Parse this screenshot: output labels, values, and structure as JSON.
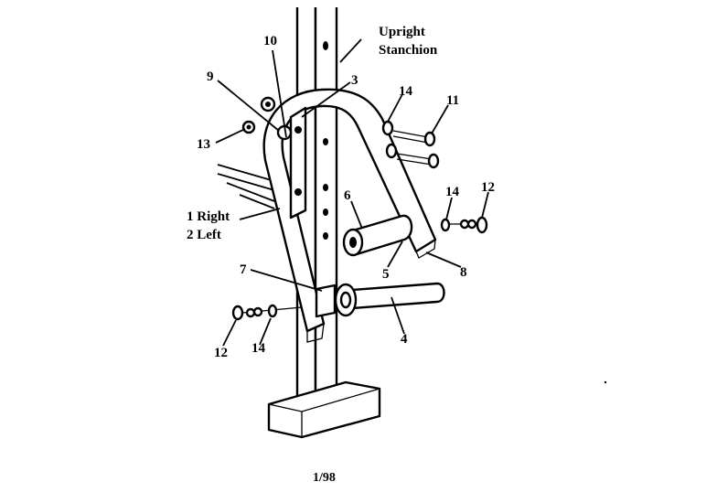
{
  "labels": {
    "upright_line1": "Upright",
    "upright_line2": "Stanchion",
    "p10": "10",
    "p9": "9",
    "p3": "3",
    "p14a": "14",
    "p11": "11",
    "p13": "13",
    "p6": "6",
    "p14b": "14",
    "p12a": "12",
    "right_left_line1": "1 Right",
    "right_left_line2": "2 Left",
    "p7": "7",
    "p5": "5",
    "p8": "8",
    "p4": "4",
    "p12b": "12",
    "p14c": "14"
  },
  "footer": {
    "date": "1/98"
  }
}
